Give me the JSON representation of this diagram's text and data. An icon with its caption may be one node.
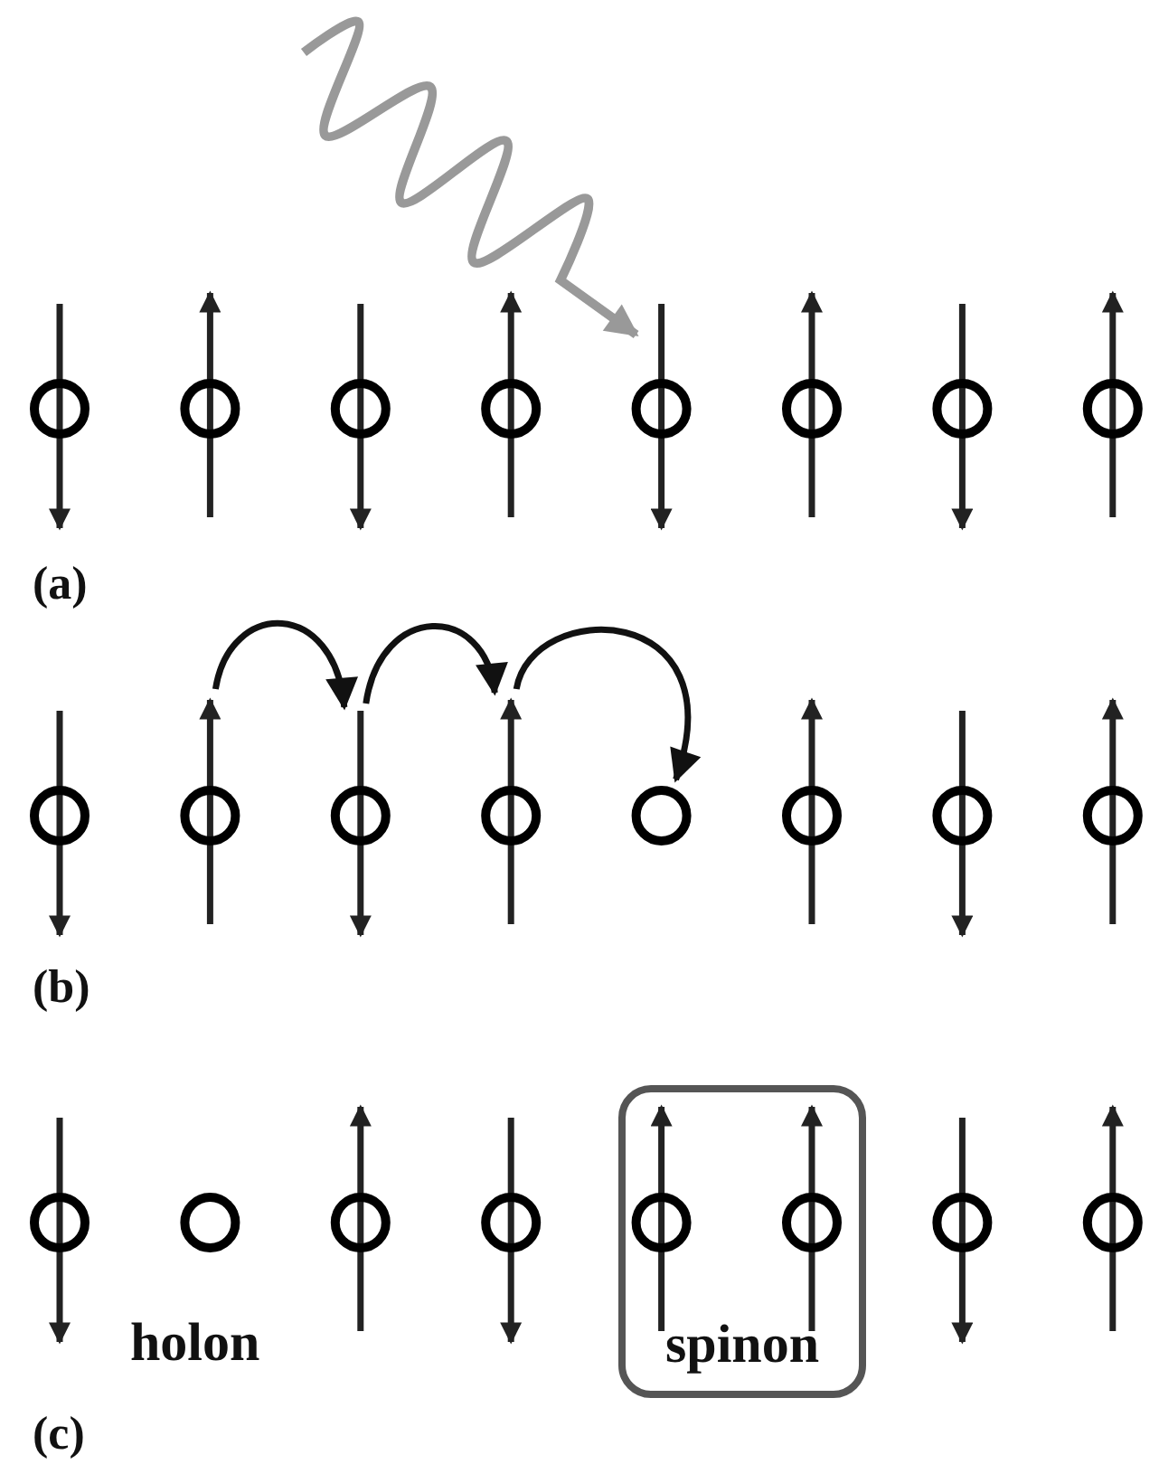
{
  "diagram": {
    "nodes": [
      {
        "text": [],
        "shape": "circle"
      },
      {
        "text": [],
        "shape": "circle"
      },
      {
        "text": [],
        "shape": "circle"
      },
      {
        "text": [],
        "shape": "circle"
      },
      {
        "text": [],
        "shape": "circle"
      },
      {
        "text": [],
        "shape": "circle"
      },
      {
        "text": [],
        "shape": "circle"
      },
      {
        "text": [],
        "shape": "circle"
      },
      {
        "text": [],
        "shape": "circle"
      },
      {
        "text": [],
        "shape": "circle"
      },
      {
        "text": [],
        "shape": "circle"
      },
      {
        "text": [],
        "shape": "circle"
      },
      {
        "text": [],
        "shape": "circle"
      },
      {
        "text": [],
        "shape": "circle"
      },
      {
        "text": [],
        "shape": "circle"
      },
      {
        "text": [],
        "shape": "circle"
      },
      {
        "text": [],
        "shape": "circle"
      },
      {
        "text": [],
        "shape": "circle"
      },
      {
        "text": [],
        "shape": "circle"
      },
      {
        "text": [],
        "shape": "circle"
      },
      {
        "text": [
          "spinon"
        ]
      },
      {
        "text": [],
        "shape": "circle",
        "in": 20
      },
      {
        "text": [],
        "shape": "circle",
        "in": 20
      },
      {
        "text": [],
        "shape": "circle"
      },
      {
        "text": [],
        "shape": "circle"
      }
    ],
    "edges": [
      {
        "from": null,
        "to": 4,
        "arrow": "to",
        "color": "#999999"
      },
      {
        "from": 9,
        "to": 10,
        "arrow": "to"
      },
      {
        "from": 10,
        "to": 11,
        "arrow": "to"
      },
      {
        "from": 11,
        "to": 12,
        "arrow": "to"
      }
    ],
    "labels": [
      "(a)",
      "(b)",
      "holon",
      "(c)"
    ]
  }
}
